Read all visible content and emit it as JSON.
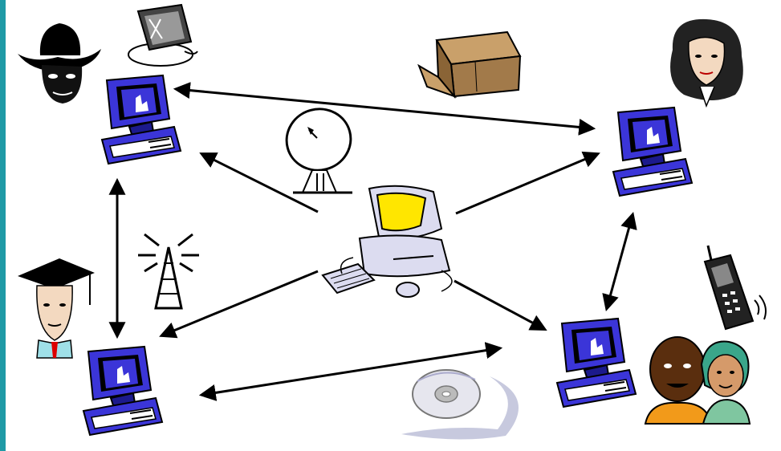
{
  "colors": {
    "accent_bar": "#1f9aa6",
    "monitor_blue": "#3b35d8",
    "monitor_dark": "#1c1a8c",
    "screen_black": "#000000",
    "arrow": "#000000",
    "server_yellow": "#ffe600",
    "server_gray": "#dcdcf0",
    "box_tan": "#a27a4a"
  },
  "nodes": [
    {
      "id": "pc-top-left",
      "icon": "desktop-computer-icon"
    },
    {
      "id": "pc-top-right",
      "icon": "desktop-computer-icon"
    },
    {
      "id": "pc-bottom-left",
      "icon": "desktop-computer-icon"
    },
    {
      "id": "pc-bottom-right",
      "icon": "desktop-computer-icon"
    },
    {
      "id": "server-center",
      "icon": "central-computer-icon"
    }
  ],
  "decorations": [
    {
      "icon": "cowboy-icon"
    },
    {
      "icon": "drawing-tablet-icon"
    },
    {
      "icon": "box-icon"
    },
    {
      "icon": "woman-portrait-icon"
    },
    {
      "icon": "satellite-dish-icon"
    },
    {
      "icon": "radio-tower-icon"
    },
    {
      "icon": "graduate-icon"
    },
    {
      "icon": "mobile-phone-icon"
    },
    {
      "icon": "couple-icon"
    },
    {
      "icon": "cd-disc-icon"
    }
  ],
  "connections": [
    {
      "from": "pc-top-left",
      "to": "pc-top-right",
      "direction": "both"
    },
    {
      "from": "pc-top-left",
      "to": "pc-bottom-left",
      "direction": "both"
    },
    {
      "from": "pc-bottom-left",
      "to": "pc-bottom-right",
      "direction": "both"
    },
    {
      "from": "pc-top-right",
      "to": "pc-bottom-right",
      "direction": "both"
    },
    {
      "from": "server-center",
      "to": "pc-top-left",
      "direction": "to"
    },
    {
      "from": "server-center",
      "to": "pc-top-right",
      "direction": "to"
    },
    {
      "from": "server-center",
      "to": "pc-bottom-left",
      "direction": "to"
    },
    {
      "from": "server-center",
      "to": "pc-bottom-right",
      "direction": "to"
    }
  ]
}
